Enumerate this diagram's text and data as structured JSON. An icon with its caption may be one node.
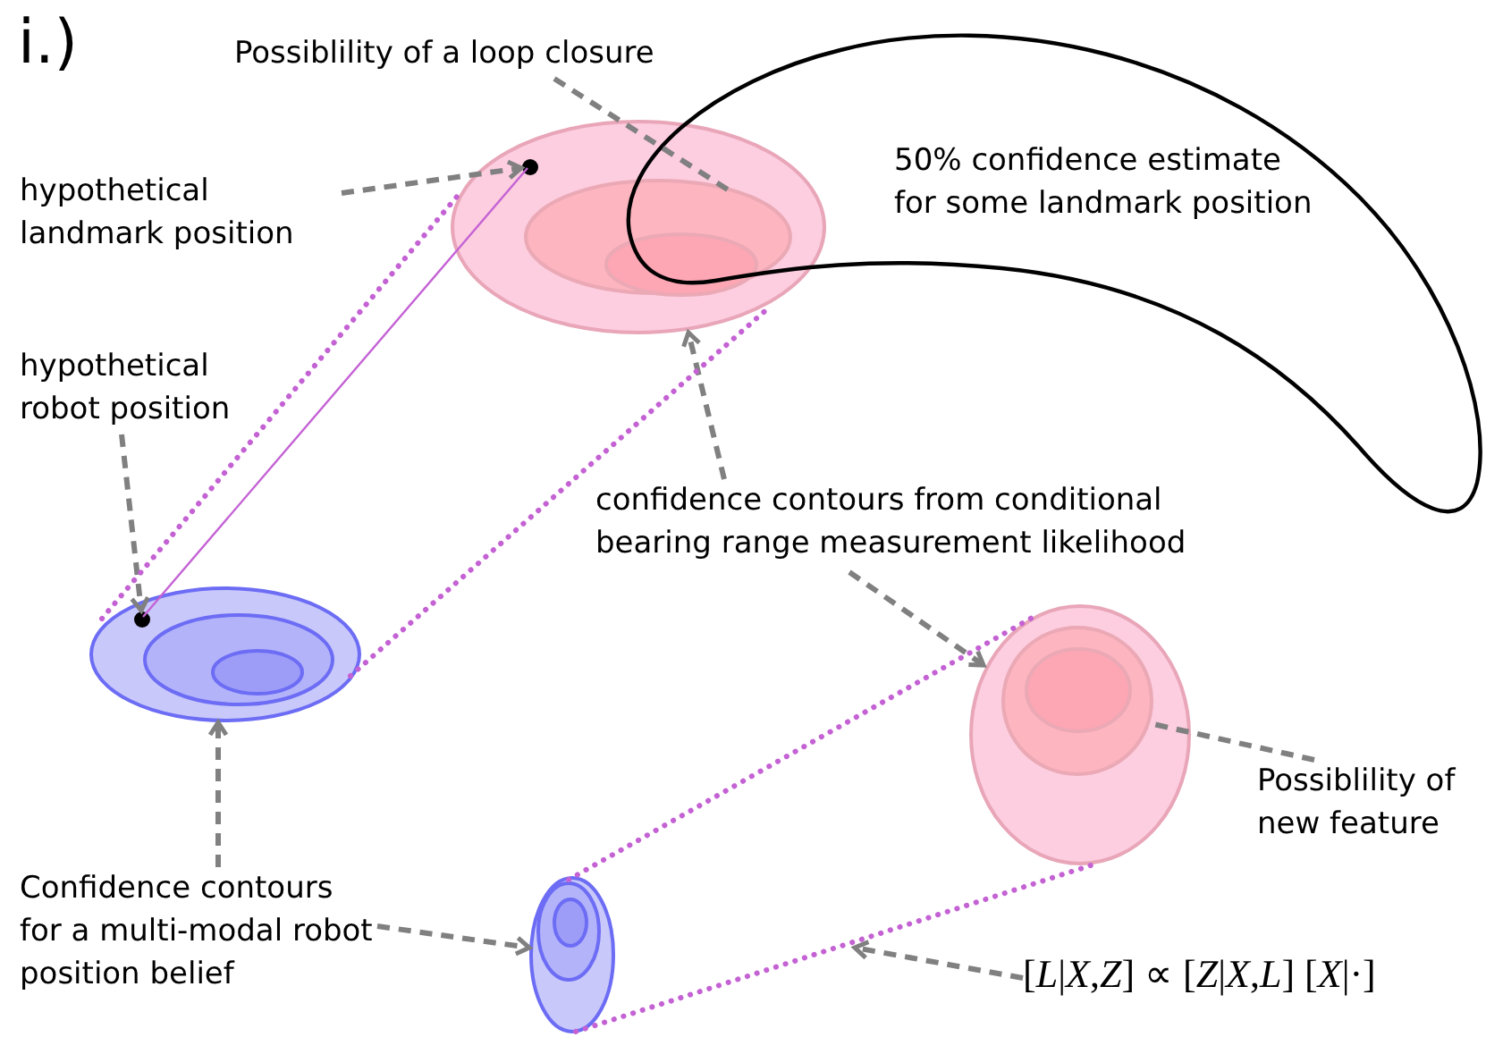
{
  "diagram": {
    "nodes": [
      {
        "text": [],
        "shape": "ellipse"
      },
      {
        "text": [],
        "shape": "circle",
        "in": 0
      },
      {
        "text": [
          "50% confidence estimate for some landmark position"
        ]
      },
      {
        "text": [
          "Possiblility of a loop closure"
        ]
      },
      {
        "text": [
          "hypothetical landmark position"
        ]
      },
      {
        "text": [
          "hypothetical robot position"
        ]
      },
      {
        "text": [],
        "shape": "ellipse"
      },
      {
        "text": [],
        "shape": "circle",
        "in": 6
      },
      {
        "text": [
          "confidence contours from conditional bearing range measurement likelihood"
        ]
      },
      {
        "text": [],
        "shape": "ellipse"
      },
      {
        "text": [
          "Possiblility of new feature"
        ]
      },
      {
        "text": [
          "Confidence contours for a multi-modal robot position belief"
        ]
      },
      {
        "text": [],
        "shape": "ellipse"
      },
      {
        "text": [
          "[*L*|*X*,*Z*] ∝ [*Z*|*X*,*L*] [*X*|·]"
        ]
      }
    ],
    "edges": [
      {
        "from": 3,
        "to": 2,
        "arrow": "none",
        "style": "dashed"
      },
      {
        "from": 4,
        "to": 1,
        "arrow": "to",
        "style": "dashed"
      },
      {
        "from": 5,
        "to": 7,
        "arrow": "to",
        "style": "dashed"
      },
      {
        "from": 8,
        "to": 0,
        "arrow": "to",
        "style": "dashed"
      },
      {
        "from": 8,
        "to": 9,
        "arrow": "to",
        "style": "dashed"
      },
      {
        "from": 10,
        "to": 9,
        "arrow": "none",
        "style": "dashed"
      },
      {
        "from": 11,
        "to": 6,
        "arrow": "to",
        "style": "dashed"
      },
      {
        "from": 11,
        "to": 12,
        "arrow": "to",
        "style": "dashed"
      },
      {
        "from": 13,
        "to": null,
        "arrow": "to",
        "style": "dashed"
      },
      {
        "from": 6,
        "to": 0,
        "arrow": "none",
        "style": "dashed",
        "color": "#c462d4"
      },
      {
        "from": 6,
        "to": 0,
        "arrow": "none",
        "style": "dashed",
        "color": "#c462d4"
      },
      {
        "from": 7,
        "to": 1,
        "arrow": "none",
        "color": "#c462d4"
      },
      {
        "from": 12,
        "to": 9,
        "arrow": "none",
        "style": "dashed",
        "color": "#c462d4"
      },
      {
        "from": 12,
        "to": 9,
        "arrow": "none",
        "style": "dashed",
        "color": "#c462d4"
      }
    ],
    "labels": [
      "i.)"
    ]
  }
}
